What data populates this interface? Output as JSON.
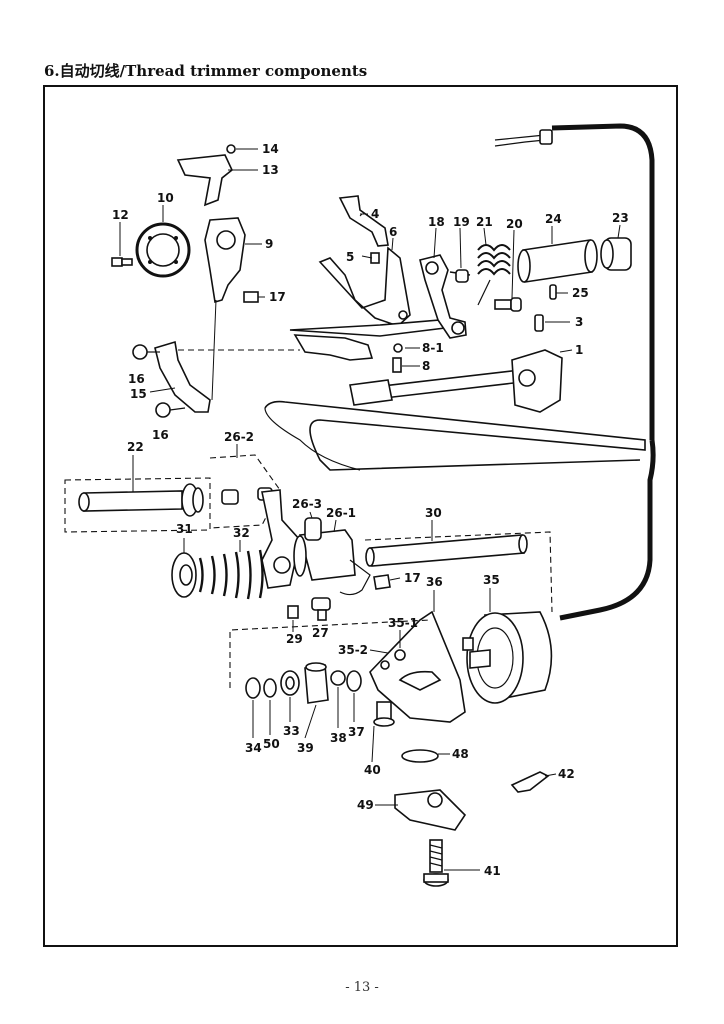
{
  "heading": "6.自动切线/Thread trimmer components",
  "page_number": "- 13 -",
  "part_labels": {
    "p1": "1",
    "p3": "3",
    "p4": "4",
    "p5": "5",
    "p6": "6",
    "p8": "8",
    "p8_1": "8-1",
    "p9": "9",
    "p10": "10",
    "p12": "12",
    "p13": "13",
    "p14": "14",
    "p15": "15",
    "p16a": "16",
    "p16b": "16",
    "p17a": "17",
    "p17b": "17",
    "p18": "18",
    "p19": "19",
    "p20": "20",
    "p21": "21",
    "p22": "22",
    "p23": "23",
    "p24": "24",
    "p25": "25",
    "p26_1": "26-1",
    "p26_2": "26-2",
    "p26_3": "26-3",
    "p27": "27",
    "p29": "29",
    "p30": "30",
    "p31": "31",
    "p32": "32",
    "p33": "33",
    "p34": "34",
    "p35": "35",
    "p35_1": "35-1",
    "p35_2": "35-2",
    "p36": "36",
    "p37": "37",
    "p38": "38",
    "p39": "39",
    "p40": "40",
    "p41": "41",
    "p42": "42",
    "p48": "48",
    "p49": "49",
    "p50": "50"
  }
}
